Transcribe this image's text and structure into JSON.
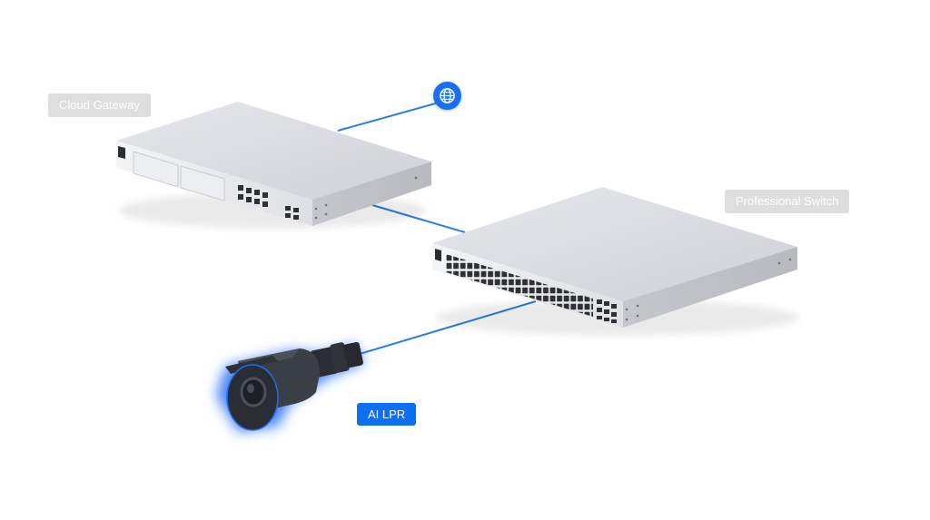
{
  "labels": {
    "gateway": "Cloud Gateway",
    "switch": "Professional Switch",
    "camera": "AI LPR"
  },
  "colors": {
    "accent": "#0f6ff2",
    "link_line": "#2a7de1",
    "label_gray": "#dedede",
    "device_body": "#d9dadf"
  },
  "icons": [
    "globe-icon"
  ]
}
